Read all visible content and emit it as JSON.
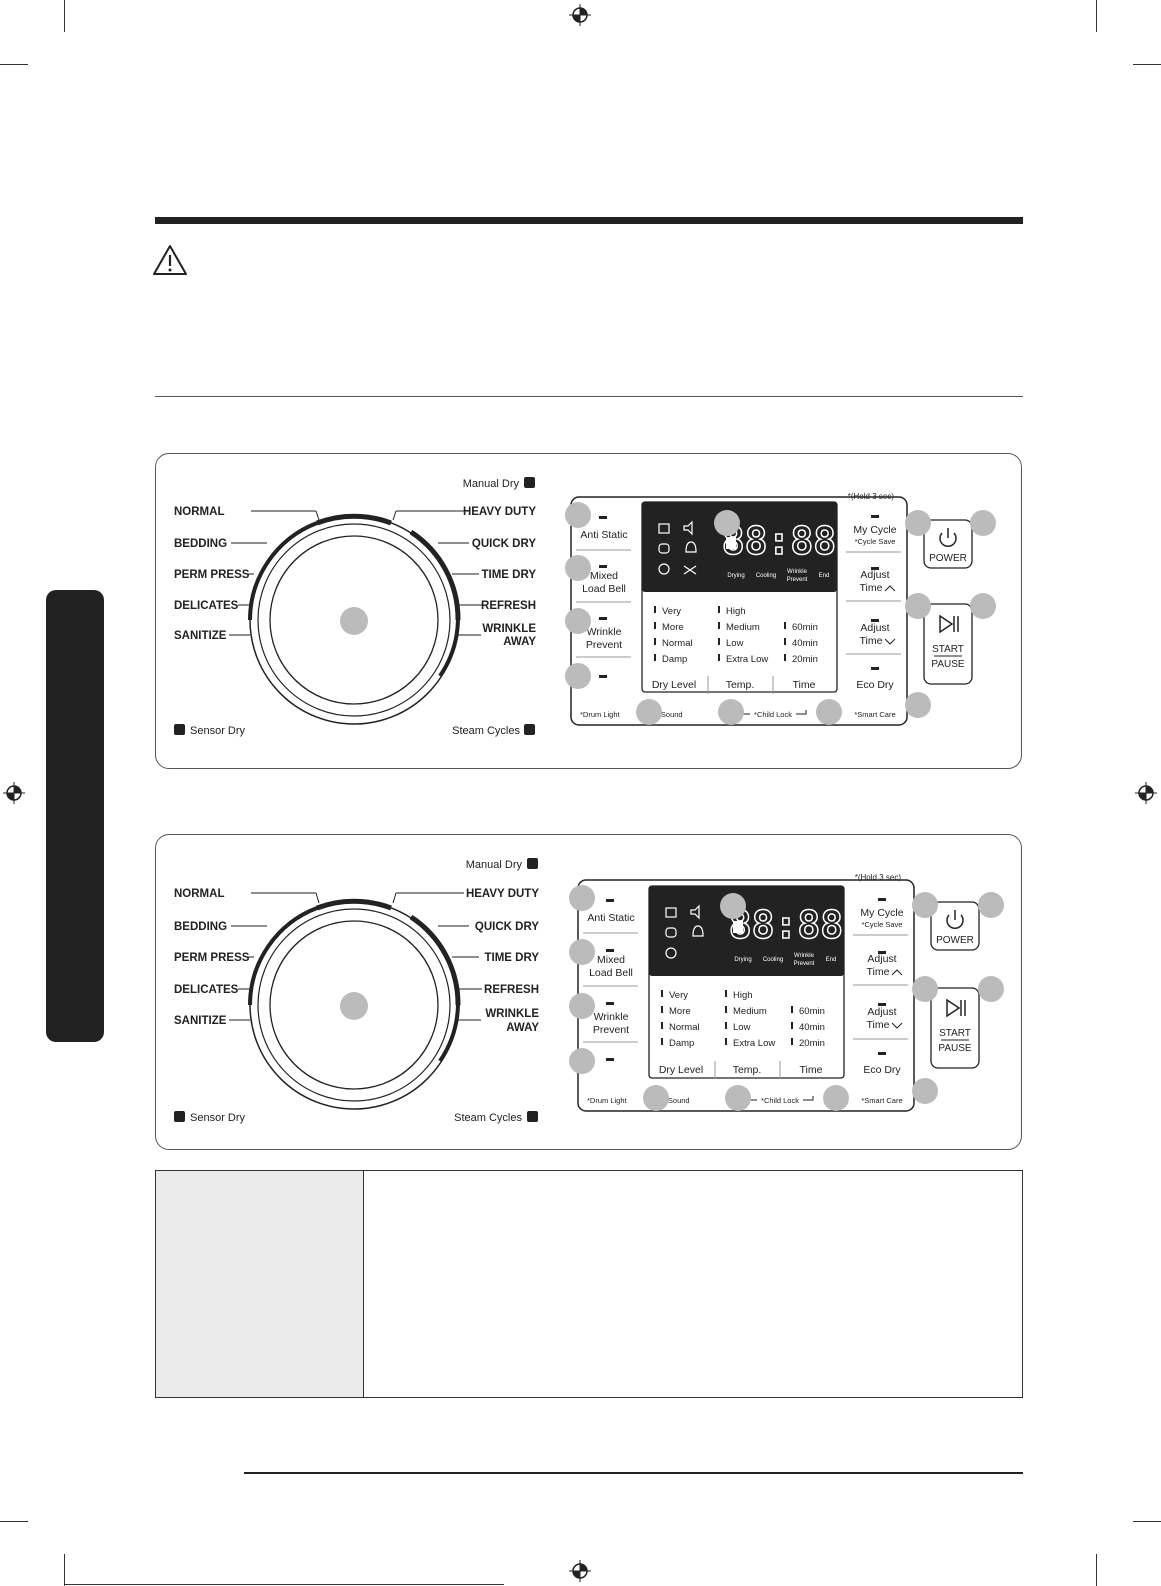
{
  "document": {
    "warning_icon": "warning-triangle-icon",
    "registration_icon": "registration-crosshair-icon"
  },
  "panels": [
    {
      "id": "panel-1",
      "dial": {
        "left_cycles": [
          "NORMAL",
          "BEDDING",
          "PERM PRESS",
          "DELICATES",
          "SANITIZE"
        ],
        "right_cycles": [
          "HEAVY DUTY",
          "QUICK DRY",
          "TIME DRY",
          "REFRESH",
          "WRINKLE",
          "AWAY"
        ],
        "manual_dry": "Manual Dry",
        "sensor_dry": "Sensor Dry",
        "steam_cycles": "Steam Cycles"
      },
      "left_buttons": [
        "Anti Static",
        "Mixed",
        "Load Bell",
        "Wrinkle",
        "Prevent"
      ],
      "drum_light": "*Drum Light",
      "display": {
        "digits": "88:88",
        "phases": [
          "Drying",
          "Cooling",
          "Wrinkle",
          "Prevent",
          "End"
        ],
        "dry_levels": [
          "Very",
          "More",
          "Normal",
          "Damp"
        ],
        "temps": [
          "High",
          "Medium",
          "Low",
          "Extra Low"
        ],
        "times": [
          "60min",
          "40min",
          "20min"
        ]
      },
      "bottom_buttons": [
        "Dry Level",
        "Temp.",
        "Time"
      ],
      "sound": "*Sound",
      "child_lock": "*Child Lock",
      "right_buttons": [
        "My Cycle",
        "*Cycle Save",
        "Adjust",
        "Time",
        "Adjust",
        "Time",
        "Eco Dry"
      ],
      "smart_care": "*Smart Care",
      "hold": "*(Hold 3 sec)",
      "power": "POWER",
      "start": "START",
      "pause": "PAUSE"
    },
    {
      "id": "panel-2",
      "dial": {
        "left_cycles": [
          "NORMAL",
          "BEDDING",
          "PERM PRESS",
          "DELICATES",
          "SANITIZE"
        ],
        "right_cycles": [
          "HEAVY DUTY",
          "QUICK DRY",
          "TIME DRY",
          "REFRESH",
          "WRINKLE",
          "AWAY"
        ],
        "manual_dry": "Manual Dry",
        "sensor_dry": "Sensor Dry",
        "steam_cycles": "Steam Cycles"
      },
      "left_buttons": [
        "Anti Static",
        "Mixed",
        "Load Bell",
        "Wrinkle",
        "Prevent"
      ],
      "drum_light": "*Drum Light",
      "display": {
        "digits": "88:88",
        "phases": [
          "Drying",
          "Cooling",
          "Wrinkle",
          "Prevent",
          "End"
        ],
        "dry_levels": [
          "Very",
          "More",
          "Normal",
          "Damp"
        ],
        "temps": [
          "High",
          "Medium",
          "Low",
          "Extra Low"
        ],
        "times": [
          "60min",
          "40min",
          "20min"
        ]
      },
      "bottom_buttons": [
        "Dry Level",
        "Temp.",
        "Time"
      ],
      "sound": "*Sound",
      "child_lock": "*Child Lock",
      "right_buttons": [
        "My Cycle",
        "*Cycle Save",
        "Adjust",
        "Time",
        "Adjust",
        "Time",
        "Eco Dry"
      ],
      "smart_care": "*Smart Care",
      "hold": "*(Hold 3 sec)",
      "power": "POWER",
      "start": "START",
      "pause": "PAUSE"
    }
  ]
}
